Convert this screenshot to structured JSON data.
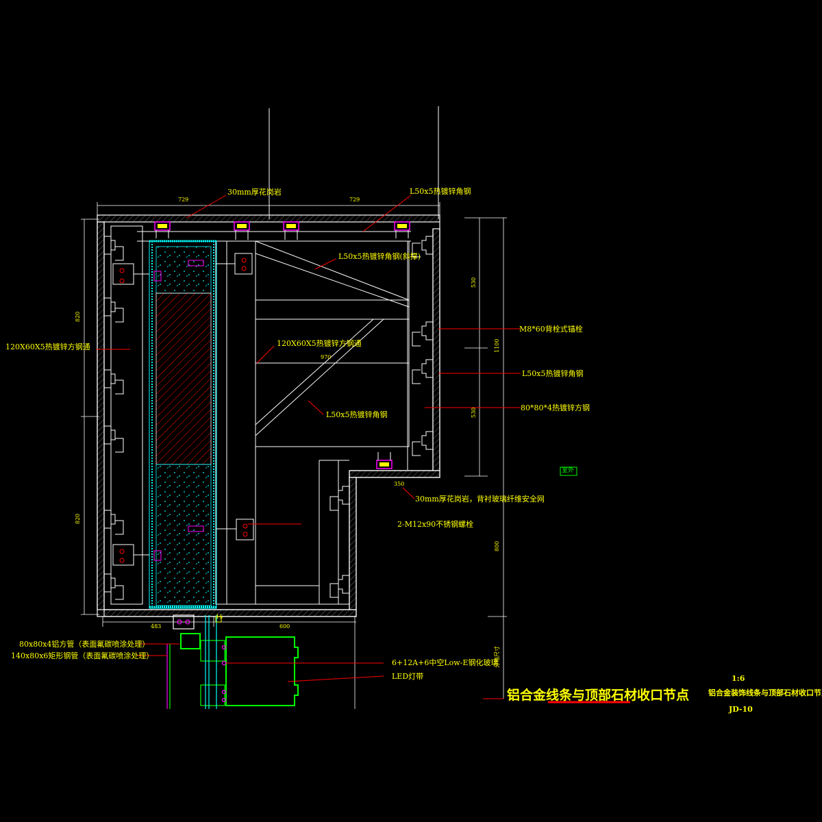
{
  "drawing": {
    "title": "铝合金线条与顶部石材收口节点",
    "side_title": "铝合金装饰线条与顶部石材收口节点",
    "scale": "1:6",
    "code": "JD-10",
    "side_tag": "室外"
  },
  "labels": {
    "granite_top": "30mm厚花岗岩",
    "angle_top": "L50x5热镀锌角钢",
    "angle_diag": "L50x5热镀锌角钢(斜撑)",
    "left_tube": "120X60X5热镀锌方钢通",
    "inner_tube": "120X60X5热镀锌方钢通",
    "inner_dim": "970",
    "angle_inner": "L50x5热镀锌角钢",
    "anchor": "M8*60背栓式锚栓",
    "angle_right": "L50x5热镀锌角钢",
    "square_tube": "80*80*4热镀锌方钢",
    "granite_bottom": "30mm厚花岗岩，背衬玻璃纤维安全网",
    "bolt": "2-M12x90不锈钢螺栓",
    "alu_tube": "80x80x4铝方管（表面氟碳喷涂处理）",
    "steel_tube": "140x80x6矩形钢管（表面氟碳喷涂处理）",
    "glass": "6+12A+6中空Low-E钢化玻璃",
    "led": "LED灯带"
  },
  "dims": {
    "top_left": "729",
    "top_right": "729",
    "bottom_left": "483",
    "bottom_mid": "15",
    "bottom_right": "600",
    "left_upper": "820",
    "left_lower": "820",
    "right_upper": "530",
    "right_lower": "530",
    "right_total": "1100",
    "right_mid": "800",
    "right_edge": "分格尺寸",
    "step": "350"
  },
  "colors": {
    "linework": "#ffffff",
    "text": "#ffff00",
    "leader": "#ff0000",
    "glass": "#00ffff",
    "profile": "#00ff00",
    "anchor": "#ff00ff"
  }
}
